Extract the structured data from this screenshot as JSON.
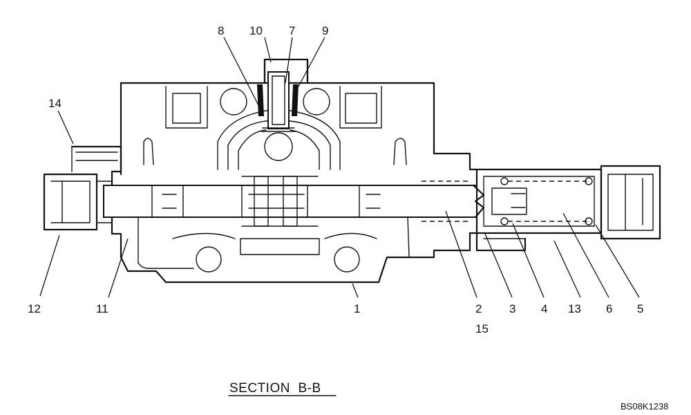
{
  "labels": {
    "l1": "1",
    "l2": "2",
    "l3": "3",
    "l4": "4",
    "l5": "5",
    "l6": "6",
    "l7": "7",
    "l8": "8",
    "l9": "9",
    "l10": "10",
    "l11": "11",
    "l12": "12",
    "l13": "13",
    "l14": "14",
    "l15": "15"
  },
  "caption": "SECTION  B-B",
  "drawing_code": "BS08K1238"
}
